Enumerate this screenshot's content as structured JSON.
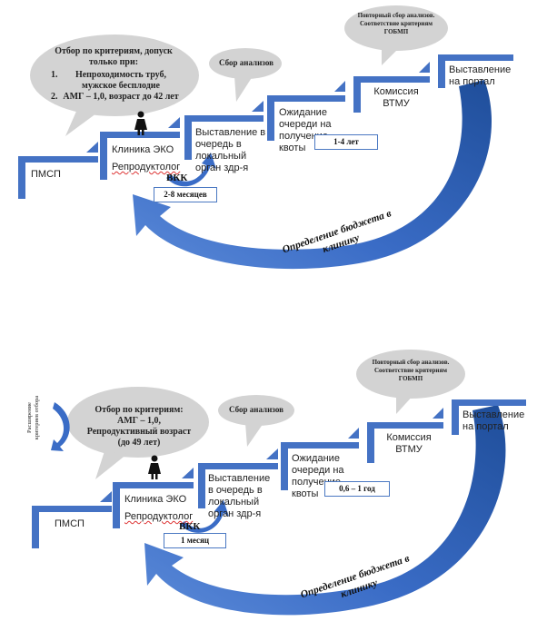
{
  "diagram1": {
    "steps": [
      "ПМСП",
      "Клиника ЭКО",
      "Репродуктолог",
      "Выставление в очередь в локальный орган здр-я",
      "Ожидание очереди на получение квоты",
      "Комиссия ВТМУ",
      "Выставление на портал"
    ],
    "bubble_main_title": "Отбор по критериям, допуск только при:",
    "bubble_main_items": [
      "Непроходимость труб, мужское бесплодие",
      "АМГ – 1,0, возраст до 42 лет"
    ],
    "bubble_analyses": "Сбор анализов",
    "bubble_repeat": "Повторный сбор анализов. Соответствие критериям ГОБМП",
    "vkk": "ВКК",
    "box_vkk": "2-8 месяцев",
    "box_quota": "1-4 лет",
    "budget": "Определение бюджета в клинику"
  },
  "diagram2": {
    "steps": [
      "ПМСП",
      "Клиника ЭКО",
      "Репродуктолог",
      "Выставление в очередь в локальный орган здр-я",
      "Ожидание очереди на получение квоты",
      "Комиссия ВТМУ",
      "Выставление на портал"
    ],
    "expand_label": "Расширение критериев отбора",
    "bubble_main": "Отбор по критериям: АМГ – 1,0, Репродуктивный возраст (до 49 лет)",
    "bubble_analyses": "Сбор анализов",
    "bubble_repeat": "Повторный сбор анализов. Соответствие критериям ГОБМП",
    "vkk": "ВКК",
    "box_vkk": "1 месяц",
    "box_quota": "0,6 – 1 год",
    "budget": "Определение бюджета в клинику"
  },
  "colors": {
    "step_blue": "#4472c4",
    "arrow_dark": "#2f5597",
    "bubble_grey": "#d3d3d3",
    "box_border": "#4a78c2"
  },
  "icons": {
    "person": "woman-icon"
  }
}
